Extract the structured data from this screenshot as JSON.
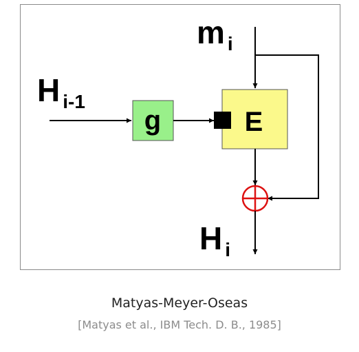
{
  "diagram": {
    "labels": {
      "m_base": "m",
      "m_sub": "i",
      "h_prev_base": "H",
      "h_prev_sub": "i-1",
      "g_box": "g",
      "e_box": "E",
      "h_out_base": "H",
      "h_out_sub": "i"
    },
    "colors": {
      "g_box_fill": "#99f08a",
      "e_box_fill": "#fbf98b",
      "xor": "#dd1111",
      "line": "#000000",
      "frame_border": "#8a8a8a"
    }
  },
  "caption": {
    "title": "Matyas-Meyer-Oseas",
    "reference": "[Matyas et al., IBM Tech. D. B., 1985]"
  }
}
